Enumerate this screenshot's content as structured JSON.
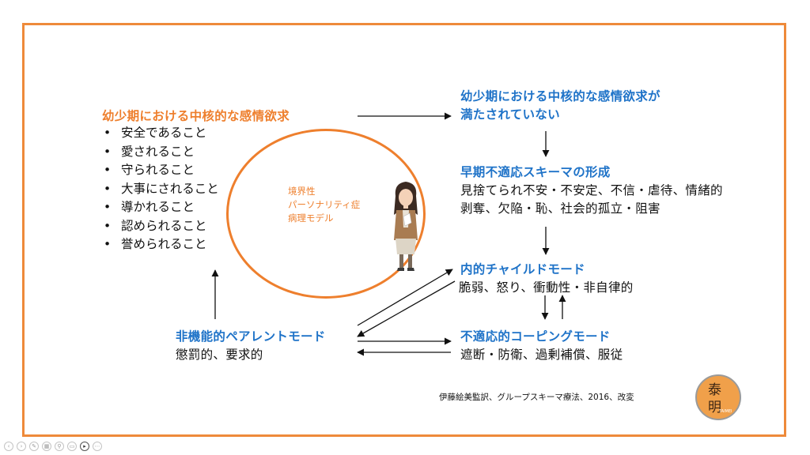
{
  "needs": {
    "title": "幼少期における中核的な感情欲求",
    "items": [
      "安全であること",
      "愛されること",
      "守られること",
      "大事にされること",
      "導かれること",
      "認められること",
      "誉められること"
    ]
  },
  "unmet": {
    "line1": "幼少期における中核的な感情欲求が",
    "line2": "満たされていない"
  },
  "schema": {
    "title": "早期不適応スキーマの形成",
    "line1": "見捨てられ不安・不安定、不信・虐待、情緒的",
    "line2": "剥奪、欠陥・恥、社会的孤立・阻害"
  },
  "child": {
    "title": "内的チャイルドモード",
    "desc": "脆弱、怒り、衝動性・非自律的"
  },
  "coping": {
    "title": "不適応的コーピングモード",
    "desc": "遮断・防衛、過剰補償、服従"
  },
  "parent": {
    "title": "非機能的ペアレントモード",
    "desc": "懲罰的、要求的"
  },
  "circle": {
    "line1": "境界性",
    "line2": "パーソナリティ症",
    "line3": "病理モデル"
  },
  "citation": "伊藤絵美監訳、グループスキーマ療法、2016、改変",
  "logo": {
    "char1": "泰",
    "char2": "明",
    "sub": "TAIMEI"
  },
  "icons": [
    "woman-figure-icon",
    "logo-seal-icon",
    "arrow-icon"
  ],
  "colors": {
    "accent_orange": "#ee7f2d",
    "frame_orange": "#ee8a3a",
    "heading_blue": "#1f73c8",
    "text": "#111111"
  }
}
